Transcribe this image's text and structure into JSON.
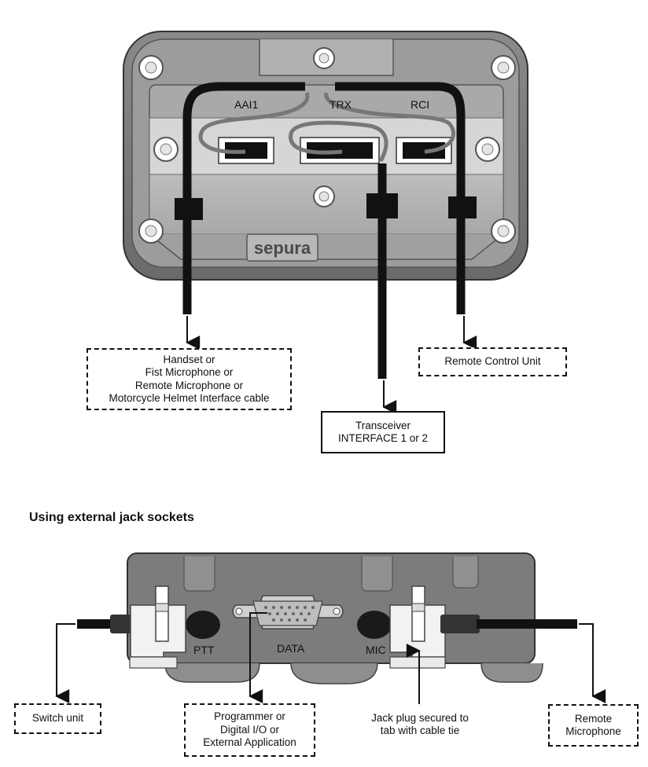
{
  "top_unit": {
    "brand": "sepura",
    "ports": {
      "aai1": "AAI1",
      "trx": "TRX",
      "rci": "RCI"
    },
    "callouts": {
      "handset": [
        "Handset or",
        "Fist Microphone or",
        "Remote Microphone or",
        "Motorcycle Helmet Interface cable"
      ],
      "remote_control": [
        "Remote Control Unit"
      ],
      "transceiver": [
        "Transceiver",
        "INTERFACE 1 or 2"
      ]
    }
  },
  "section_heading": "Using external jack sockets",
  "bottom_unit": {
    "sockets": {
      "ptt": "PTT",
      "data": "DATA",
      "mic": "MIC"
    },
    "callouts": {
      "switch_unit": [
        "Switch unit"
      ],
      "programmer": [
        "Programmer or",
        "Digital I/O or",
        "External Application"
      ],
      "jack_plug": [
        "Jack plug secured to",
        "tab with cable tie"
      ],
      "remote_mic": [
        "Remote",
        "Microphone"
      ]
    }
  }
}
